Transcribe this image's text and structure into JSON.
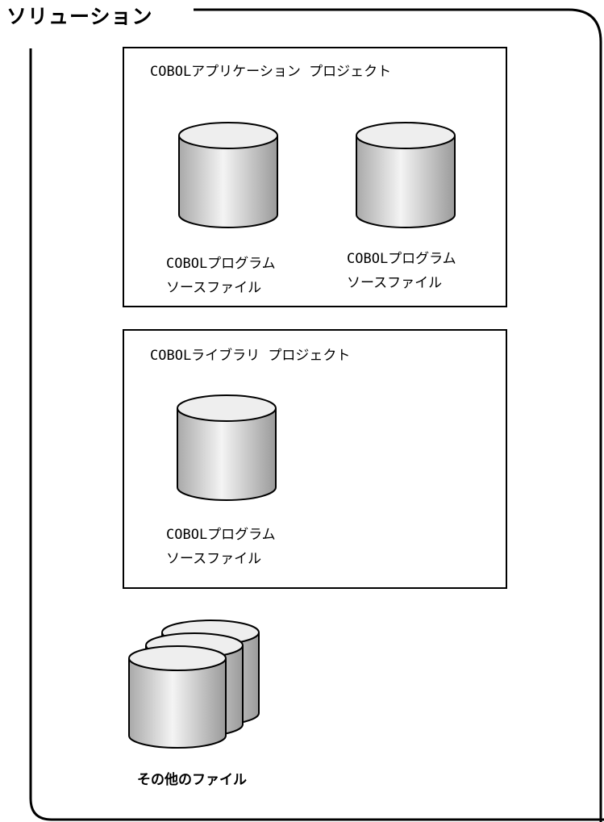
{
  "solution": {
    "title": "ソリューション"
  },
  "projects": [
    {
      "title": "COBOLアプリケーション プロジェクト",
      "files": [
        {
          "line1": "COBOLプログラム",
          "line2": "ソースファイル"
        },
        {
          "line1": "COBOLプログラム",
          "line2": "ソースファイル"
        }
      ]
    },
    {
      "title": "COBOLライブラリ プロジェクト",
      "files": [
        {
          "line1": "COBOLプログラム",
          "line2": "ソースファイル"
        }
      ]
    }
  ],
  "other_files": {
    "label": "その他のファイル"
  }
}
